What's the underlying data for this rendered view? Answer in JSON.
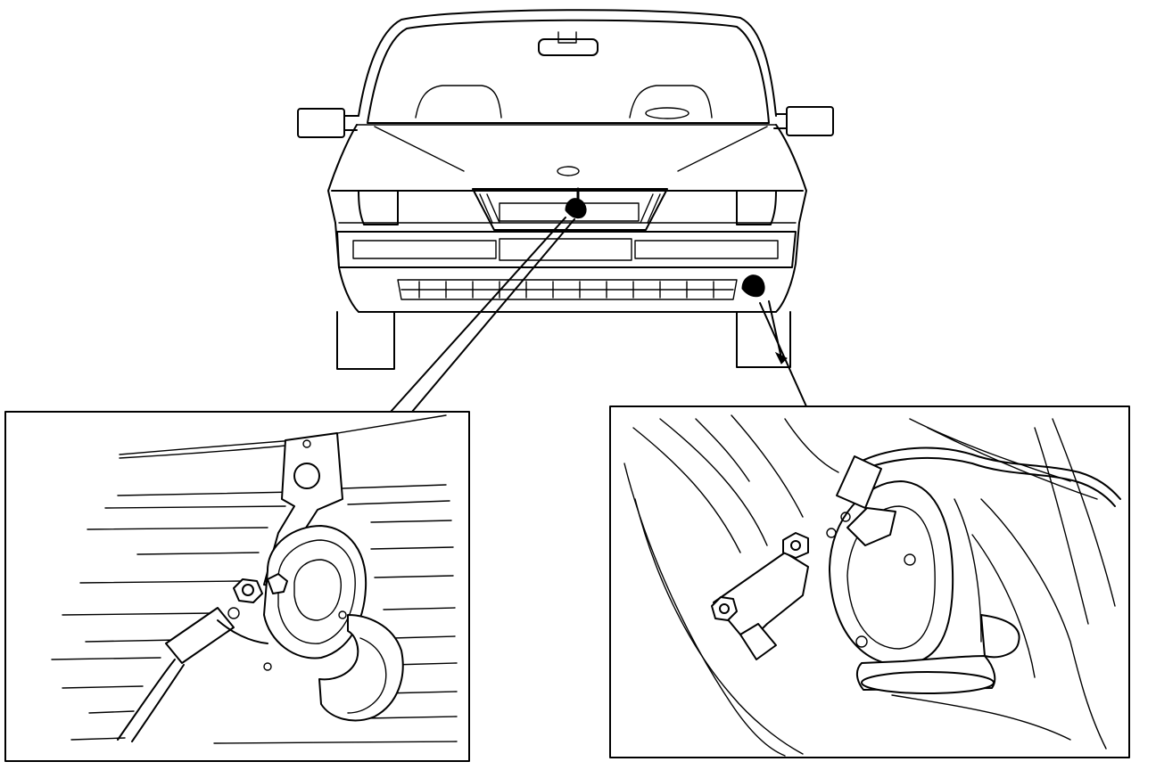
{
  "figure": {
    "main_view": "car-rear-view",
    "details": [
      {
        "id": "detail-left",
        "subject": "horn-under-rear-panel"
      },
      {
        "id": "detail-right",
        "subject": "horn-in-wheel-arch"
      }
    ]
  },
  "colors": {
    "line": "#000000",
    "background": "#ffffff"
  }
}
